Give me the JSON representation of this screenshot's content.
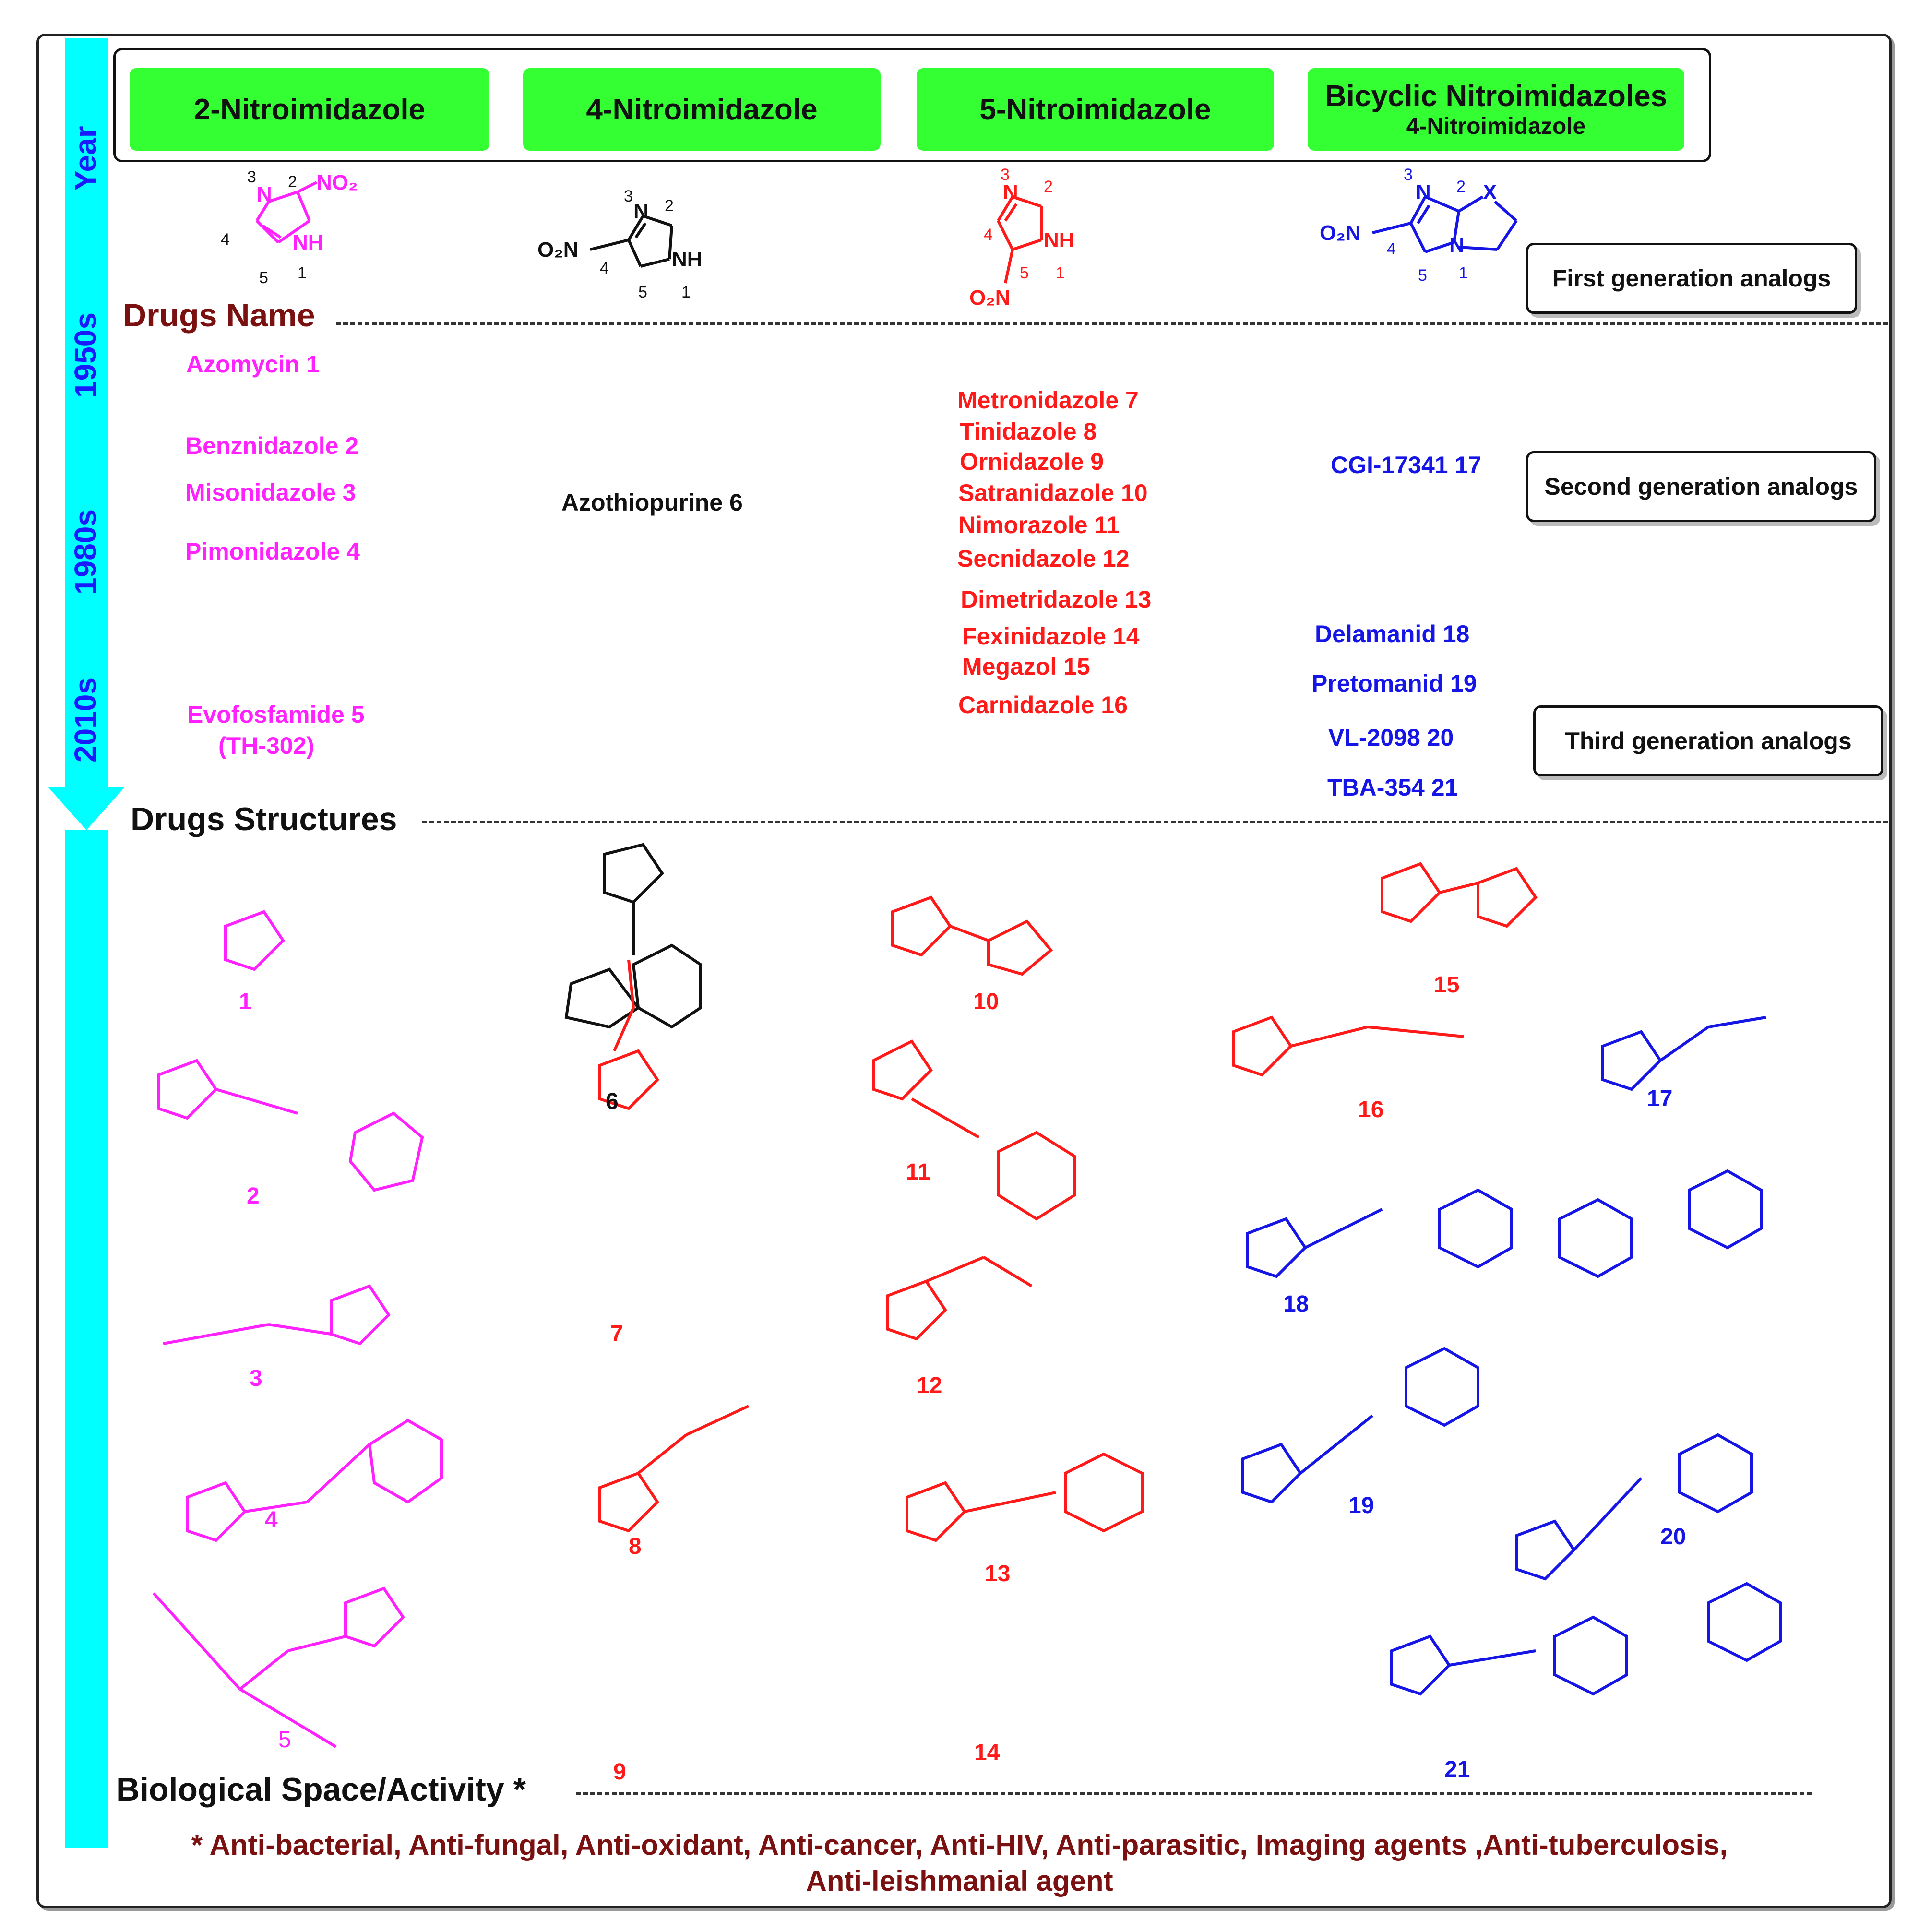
{
  "header": {
    "classes": [
      {
        "title": "2-Nitroimidazole",
        "subtitle": ""
      },
      {
        "title": "4-Nitroimidazole",
        "subtitle": ""
      },
      {
        "title": "5-Nitroimidazole",
        "subtitle": ""
      },
      {
        "title": "Bicyclic Nitroimidazoles",
        "subtitle": "4-Nitroimidazole"
      }
    ]
  },
  "timeline": {
    "labels": [
      "Year",
      "1950s",
      "1980s",
      "2010s"
    ],
    "arrow_color": "#00ffff"
  },
  "sections": {
    "drugs_name": "Drugs Name",
    "drugs_structures": "Drugs Structures",
    "biological": "Biological Space/Activity",
    "asterisk": "*"
  },
  "generations": {
    "first": "First generation analogs",
    "second": "Second generation analogs",
    "third": "Third generation analogs"
  },
  "scaffold_labels": {
    "no2": "NO₂",
    "o2n": "O₂N",
    "nh": "NH",
    "n": "N",
    "x": "X"
  },
  "drugs": {
    "two_nitro": [
      "Azomycin 1",
      "Benznidazole 2",
      "Misonidazole 3",
      "Pimonidazole 4",
      "Evofosfamide 5",
      "(TH-302)"
    ],
    "four_nitro": [
      "Azothiopurine 6"
    ],
    "five_nitro": [
      "Metronidazole 7",
      "Tinidazole 8",
      "Ornidazole 9",
      "Satranidazole 10",
      "Nimorazole 11",
      "Secnidazole 12",
      "Dimetridazole 13",
      "Fexinidazole 14",
      "Megazol 15",
      "Carnidazole 16"
    ],
    "bicyclic": [
      "CGI-17341 17",
      "Delamanid 18",
      "Pretomanid 19",
      "VL-2098 20",
      "TBA-354 21"
    ]
  },
  "structure_numbers": [
    "1",
    "2",
    "3",
    "4",
    "5",
    "6",
    "7",
    "8",
    "9",
    "10",
    "11",
    "12",
    "13",
    "14",
    "15",
    "16",
    "17",
    "18",
    "19",
    "20",
    "21"
  ],
  "biological_activity": {
    "line1": "* Anti-bacterial, Anti-fungal, Anti-oxidant, Anti-cancer, Anti-HIV, Anti-parasitic, Imaging agents ,Anti-tuberculosis,",
    "line2": "Anti-leishmanial agent"
  },
  "colors": {
    "two_nitro": "#ff22ff",
    "four_nitro": "#111111",
    "five_nitro": "#ff1a1a",
    "bicyclic": "#1515e6",
    "header_green": "#33ff33",
    "section_title": "#7a1010"
  }
}
